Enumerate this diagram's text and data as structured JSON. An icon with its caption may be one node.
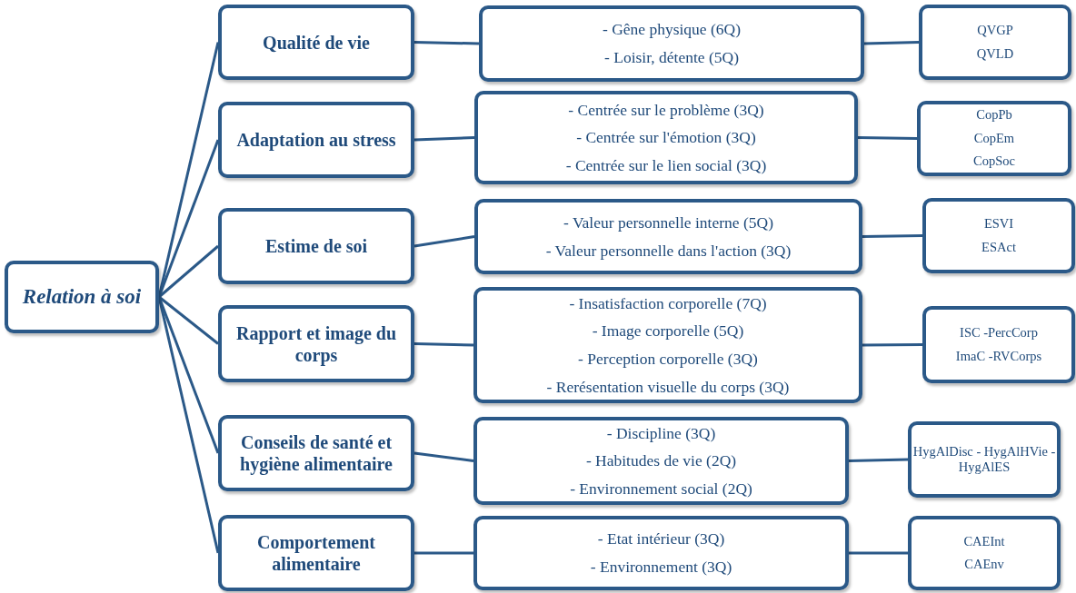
{
  "diagram": {
    "nodes": [
      {
        "text": [
          "Relation à soi"
        ]
      },
      {
        "text": [
          "Qualité de vie"
        ]
      },
      {
        "text": [
          "- Gêne physique (6Q)",
          "- Loisir, détente (5Q)"
        ]
      },
      {
        "text": [
          "QVGP",
          "QVLD"
        ]
      },
      {
        "text": [
          "Adaptation au stress"
        ]
      },
      {
        "text": [
          "- Centrée sur le problème (3Q)",
          "- Centrée sur l'émotion (3Q)",
          "- Centrée sur le lien social (3Q)"
        ]
      },
      {
        "text": [
          "CopPb",
          "CopEm",
          "CopSoc"
        ]
      },
      {
        "text": [
          "Estime de soi"
        ]
      },
      {
        "text": [
          "- Valeur personnelle interne (5Q)",
          "- Valeur personnelle dans l'action (3Q)"
        ]
      },
      {
        "text": [
          "ESVI",
          "ESAct"
        ]
      },
      {
        "text": [
          "Rapport et image du corps"
        ]
      },
      {
        "text": [
          "- Insatisfaction corporelle (7Q)",
          "- Image corporelle (5Q)",
          "- Perception corporelle (3Q)",
          "- Rerésentation visuelle du corps (3Q)"
        ]
      },
      {
        "text": [
          "ISC -PercCorp",
          "ImaC -RVCorps"
        ]
      },
      {
        "text": [
          "Conseils de santé et hygiène alimentaire"
        ]
      },
      {
        "text": [
          "- Discipline (3Q)",
          "- Habitudes de vie (2Q)",
          "- Environnement social (2Q)"
        ]
      },
      {
        "text": [
          "HygAlDisc - HygAlHVie -HygAlES"
        ]
      },
      {
        "text": [
          "Comportement alimentaire"
        ]
      },
      {
        "text": [
          "- Etat intérieur (3Q)",
          "- Environnement (3Q)"
        ]
      },
      {
        "text": [
          "CAEInt",
          "CAEnv"
        ]
      }
    ],
    "edges": [
      {
        "from": 0,
        "to": 1,
        "arrow": "none"
      },
      {
        "from": 0,
        "to": 4,
        "arrow": "none"
      },
      {
        "from": 0,
        "to": 7,
        "arrow": "none"
      },
      {
        "from": 0,
        "to": 10,
        "arrow": "none"
      },
      {
        "from": 0,
        "to": 13,
        "arrow": "none"
      },
      {
        "from": 0,
        "to": 16,
        "arrow": "none"
      },
      {
        "from": 1,
        "to": 2,
        "arrow": "none"
      },
      {
        "from": 2,
        "to": 3,
        "arrow": "none"
      },
      {
        "from": 4,
        "to": 5,
        "arrow": "none"
      },
      {
        "from": 5,
        "to": 6,
        "arrow": "none"
      },
      {
        "from": 7,
        "to": 8,
        "arrow": "none"
      },
      {
        "from": 8,
        "to": 9,
        "arrow": "none"
      },
      {
        "from": 10,
        "to": 11,
        "arrow": "none"
      },
      {
        "from": 11,
        "to": 12,
        "arrow": "none"
      },
      {
        "from": 13,
        "to": 14,
        "arrow": "none"
      },
      {
        "from": 14,
        "to": 15,
        "arrow": "none"
      },
      {
        "from": 16,
        "to": 17,
        "arrow": "none"
      },
      {
        "from": 17,
        "to": 18,
        "arrow": "none"
      }
    ]
  }
}
